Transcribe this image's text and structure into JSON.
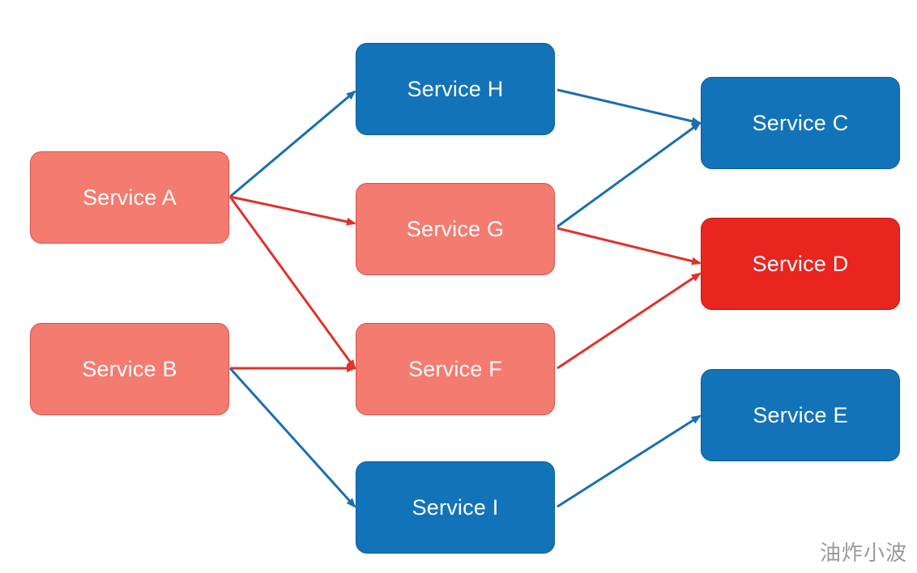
{
  "colors": {
    "blue": "#1373b8",
    "salmon": "#f37b70",
    "red": "#e8251f",
    "edge_blue": "#1a6fb0",
    "edge_red": "#e0322b"
  },
  "nodes": {
    "a": {
      "label": "Service A",
      "status": "salmon"
    },
    "b": {
      "label": "Service B",
      "status": "salmon"
    },
    "h": {
      "label": "Service H",
      "status": "blue"
    },
    "g": {
      "label": "Service G",
      "status": "salmon"
    },
    "f": {
      "label": "Service F",
      "status": "salmon"
    },
    "i": {
      "label": "Service I",
      "status": "blue"
    },
    "c": {
      "label": "Service C",
      "status": "blue"
    },
    "d": {
      "label": "Service D",
      "status": "red"
    },
    "e": {
      "label": "Service E",
      "status": "blue"
    }
  },
  "edges": [
    {
      "from": "Service A",
      "to": "Service H",
      "color": "blue"
    },
    {
      "from": "Service A",
      "to": "Service G",
      "color": "red"
    },
    {
      "from": "Service A",
      "to": "Service F",
      "color": "red"
    },
    {
      "from": "Service B",
      "to": "Service F",
      "color": "red"
    },
    {
      "from": "Service B",
      "to": "Service I",
      "color": "blue"
    },
    {
      "from": "Service H",
      "to": "Service C",
      "color": "blue"
    },
    {
      "from": "Service G",
      "to": "Service C",
      "color": "blue"
    },
    {
      "from": "Service G",
      "to": "Service D",
      "color": "red"
    },
    {
      "from": "Service F",
      "to": "Service D",
      "color": "red"
    },
    {
      "from": "Service I",
      "to": "Service E",
      "color": "blue"
    }
  ],
  "watermark": "油炸小波"
}
